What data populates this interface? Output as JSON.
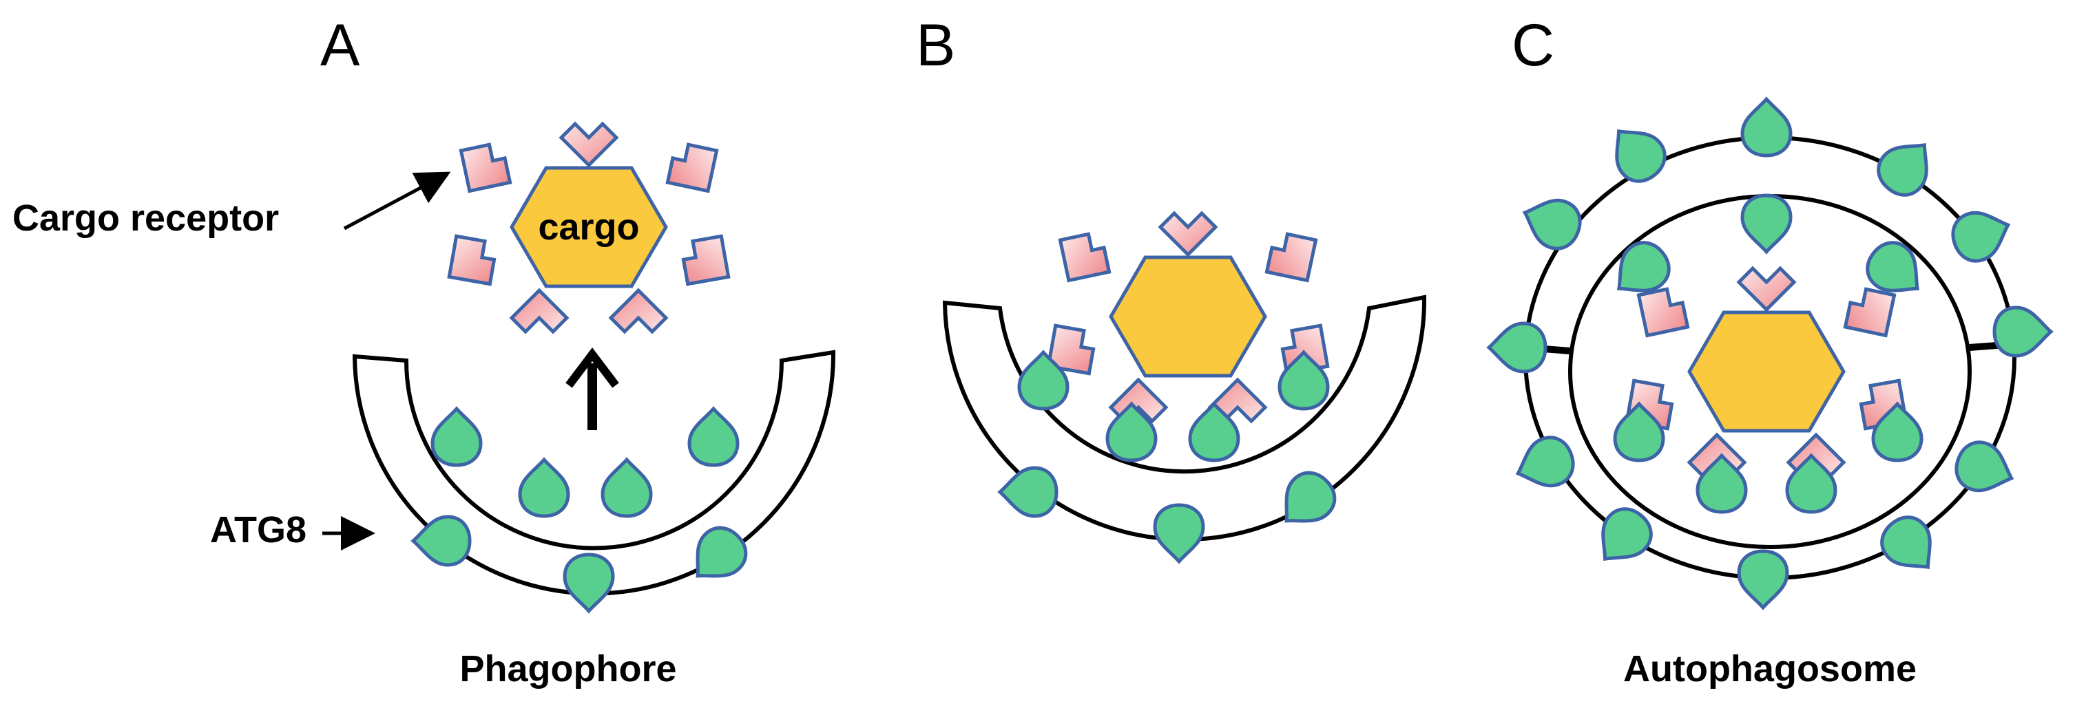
{
  "panels": [
    {
      "letter": "A",
      "caption": "Phagophore"
    },
    {
      "letter": "B",
      "caption": ""
    },
    {
      "letter": "C",
      "caption": "Autophagosome"
    }
  ],
  "labels": {
    "cargo_receptor": "Cargo receptor",
    "cargo": "cargo",
    "atg8": "ATG8"
  },
  "colors": {
    "atg8_fill": "#58cf8e",
    "atg8_stroke": "#3d64a6",
    "receptor_fill": "#f08a8e",
    "receptor_light": "#fde6e7",
    "cargo_fill": "#fbc93d",
    "membrane": "#000000"
  }
}
